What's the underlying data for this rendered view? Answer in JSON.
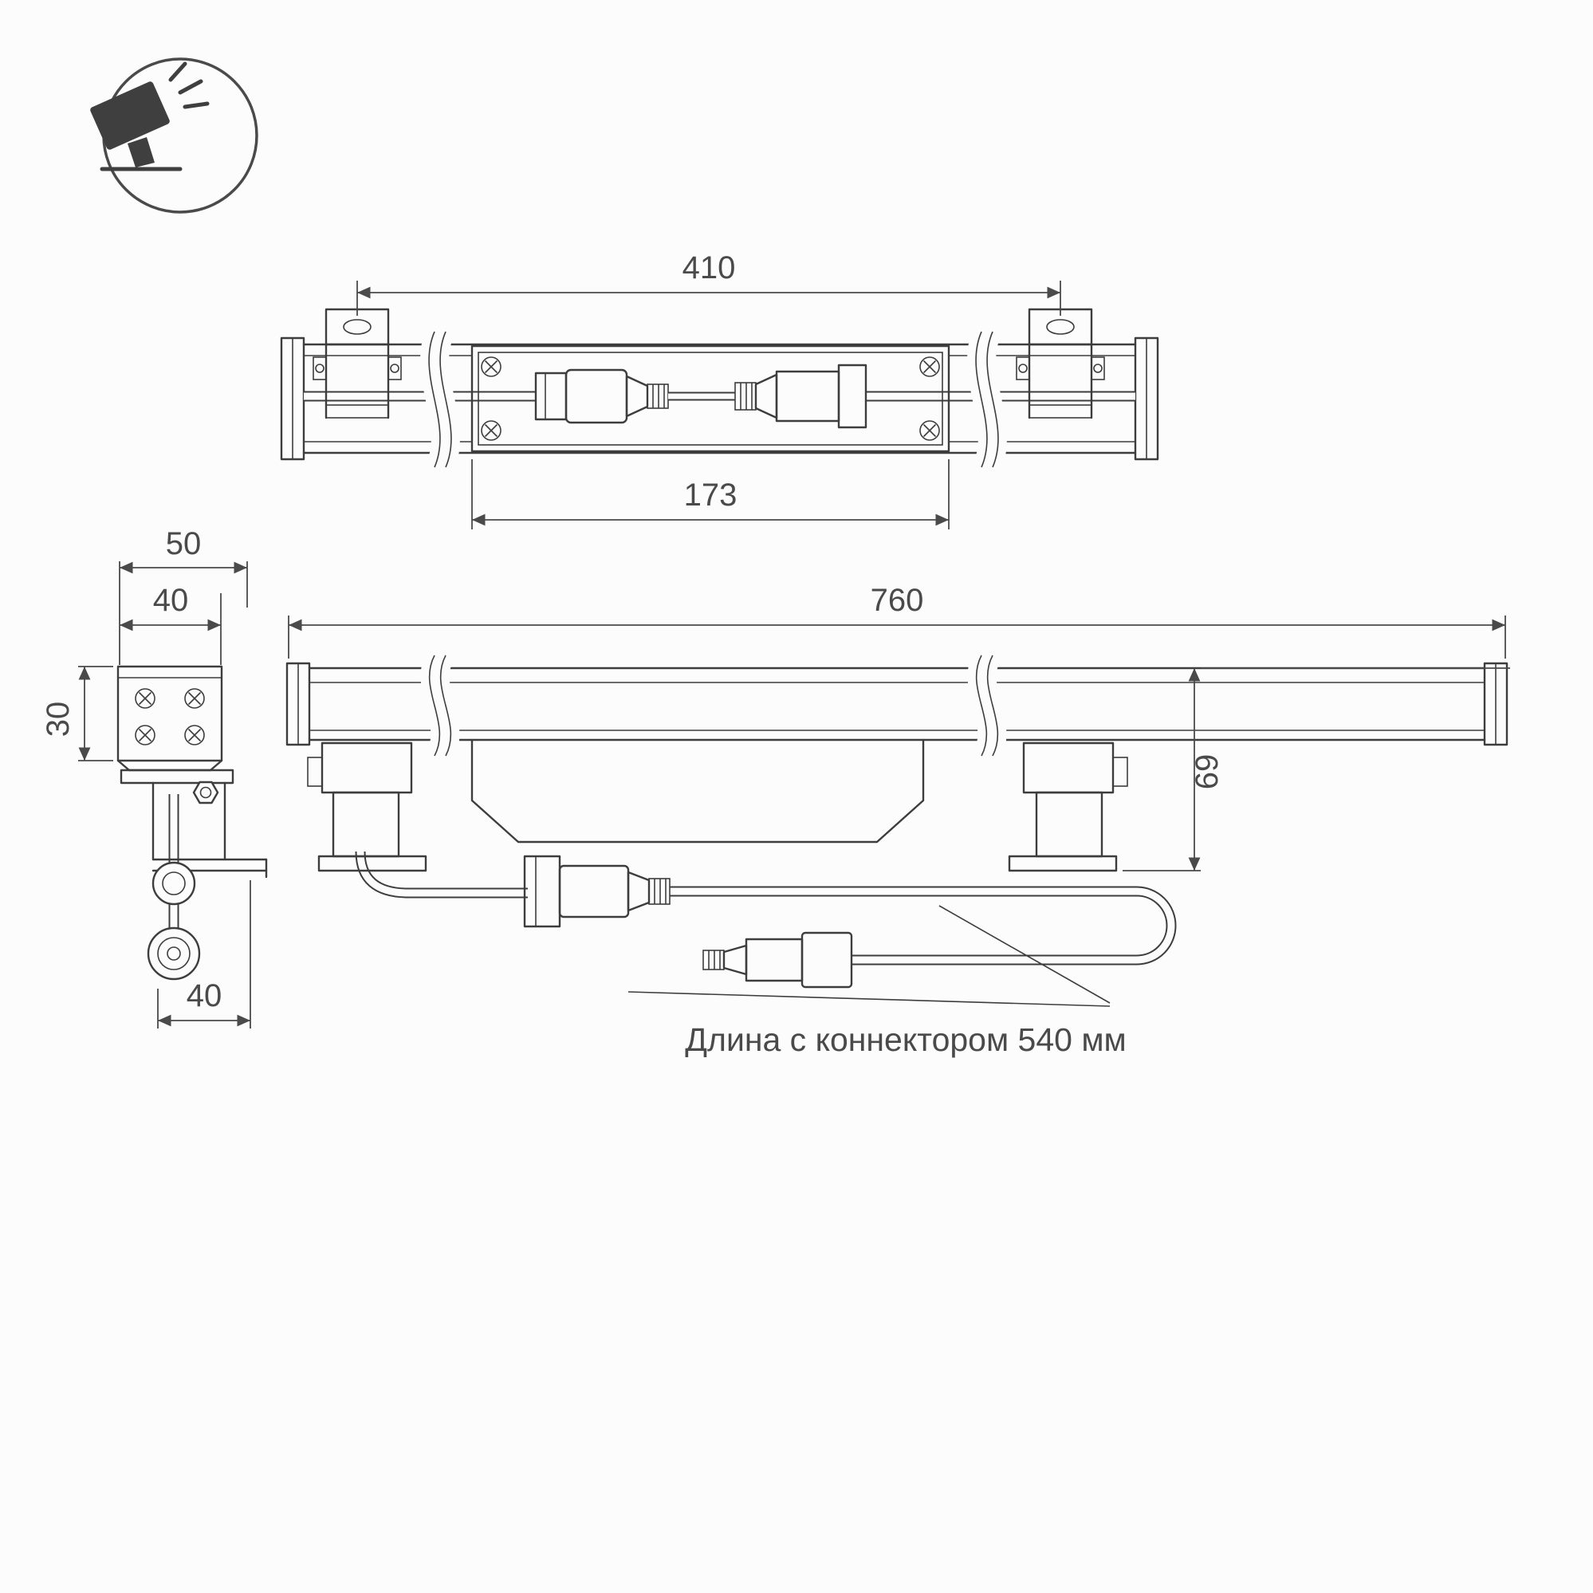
{
  "meta": {
    "background_color": "#fcfcfc",
    "line_color": "#3d3d3d",
    "dimension_color": "#4a4a4a",
    "drawing_type": "luminaire-technical-drawing"
  },
  "icon": {
    "name": "floodlight-icon"
  },
  "views": {
    "top": {
      "dim_bracket_span": "410",
      "dim_channel": "173"
    },
    "end": {
      "dim_overall_width": "50",
      "dim_body_width": "40",
      "dim_body_height": "30",
      "dim_bottom_width": "40"
    },
    "side": {
      "dim_length": "760",
      "dim_height": "69"
    }
  },
  "note": "Длина с коннектором 540 мм"
}
